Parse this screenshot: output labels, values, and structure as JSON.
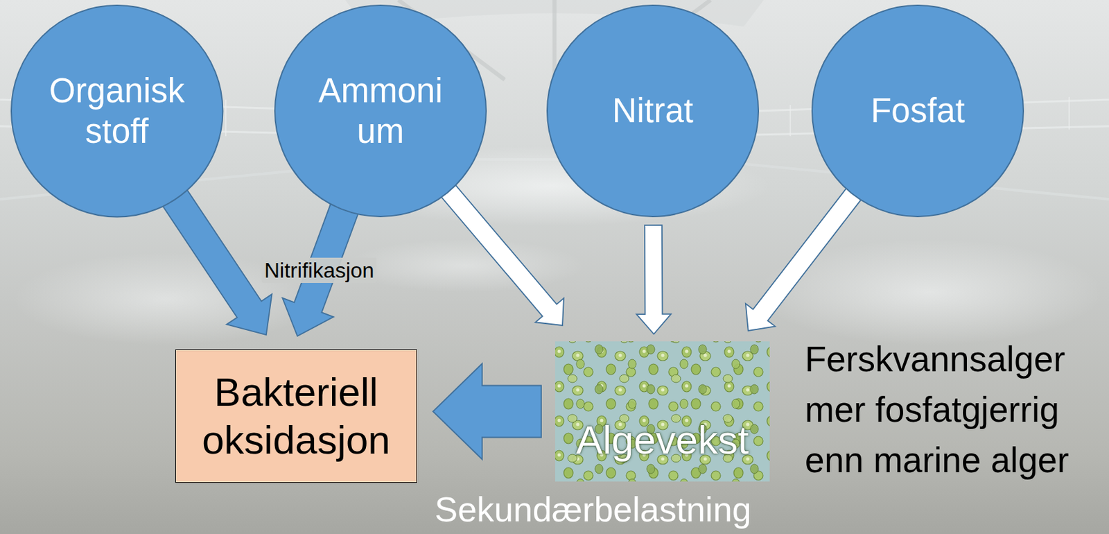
{
  "diagram": {
    "nodes": [
      {
        "text": [
          "Organisk stoff"
        ]
      },
      {
        "text": [
          "Ammonium"
        ]
      },
      {
        "text": [
          "Nitrat"
        ]
      },
      {
        "text": [
          "Fosfat"
        ]
      },
      {
        "text": [
          "Bakteriell oksidasjon"
        ]
      },
      {
        "text": [
          "Algevekst"
        ]
      }
    ],
    "edges": [
      {
        "from": 0,
        "to": 4,
        "arrow": "to"
      },
      {
        "from": 1,
        "to": 4,
        "label": "Nitrifikasjon",
        "arrow": "to"
      },
      {
        "from": 1,
        "to": 5,
        "arrow": "to"
      },
      {
        "from": 2,
        "to": 5,
        "arrow": "to"
      },
      {
        "from": 3,
        "to": 5,
        "arrow": "to"
      },
      {
        "from": 5,
        "to": 4,
        "arrow": "to"
      }
    ],
    "labels": [
      "Ferskvannsalger mer fosfatgjerrig enn marine alger",
      "Sekundærbelastning"
    ]
  }
}
